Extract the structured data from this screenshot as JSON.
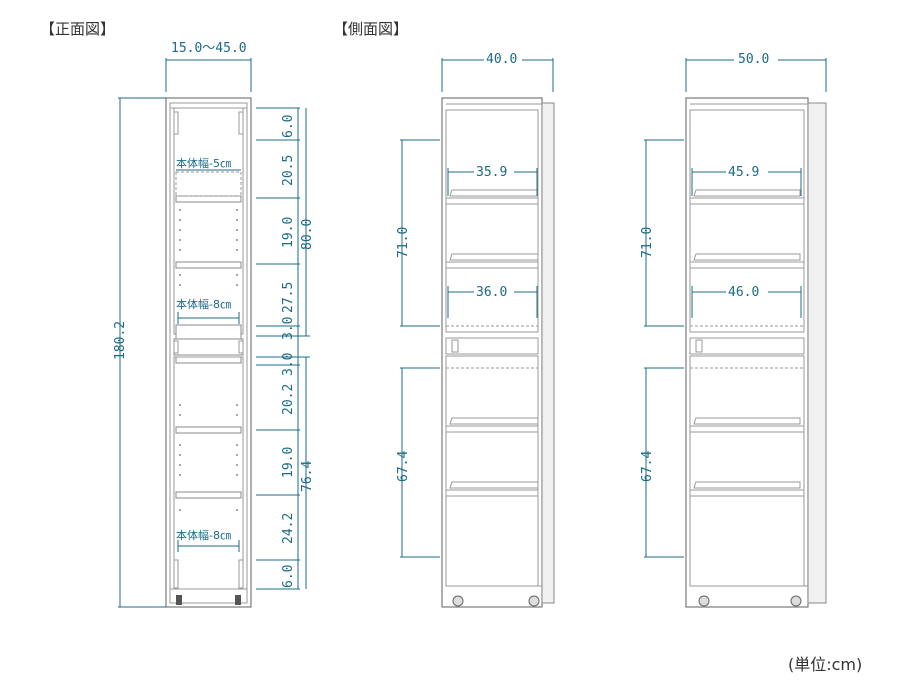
{
  "titles": {
    "front": "【正面図】",
    "side": "【側面図】"
  },
  "unit_note": "(単位:cm)",
  "front": {
    "width_dim": "15.0～45.0",
    "height_total": "180.2",
    "upper_total": "80.0",
    "lower_total": "76.4",
    "segments": [
      "6.0",
      "20.5",
      "19.0",
      "27.5",
      "3.0",
      "3.0",
      "20.2",
      "19.0",
      "24.2",
      "6.0"
    ],
    "notes": [
      "本体幅-5㎝",
      "本体幅-8㎝",
      "本体幅-8㎝"
    ]
  },
  "side1": {
    "depth": "40.0",
    "upper_h": "71.0",
    "lower_h": "67.4",
    "inner1": "35.9",
    "inner2": "36.0"
  },
  "side2": {
    "depth": "50.0",
    "upper_h": "71.0",
    "lower_h": "67.4",
    "inner1": "45.9",
    "inner2": "46.0"
  }
}
